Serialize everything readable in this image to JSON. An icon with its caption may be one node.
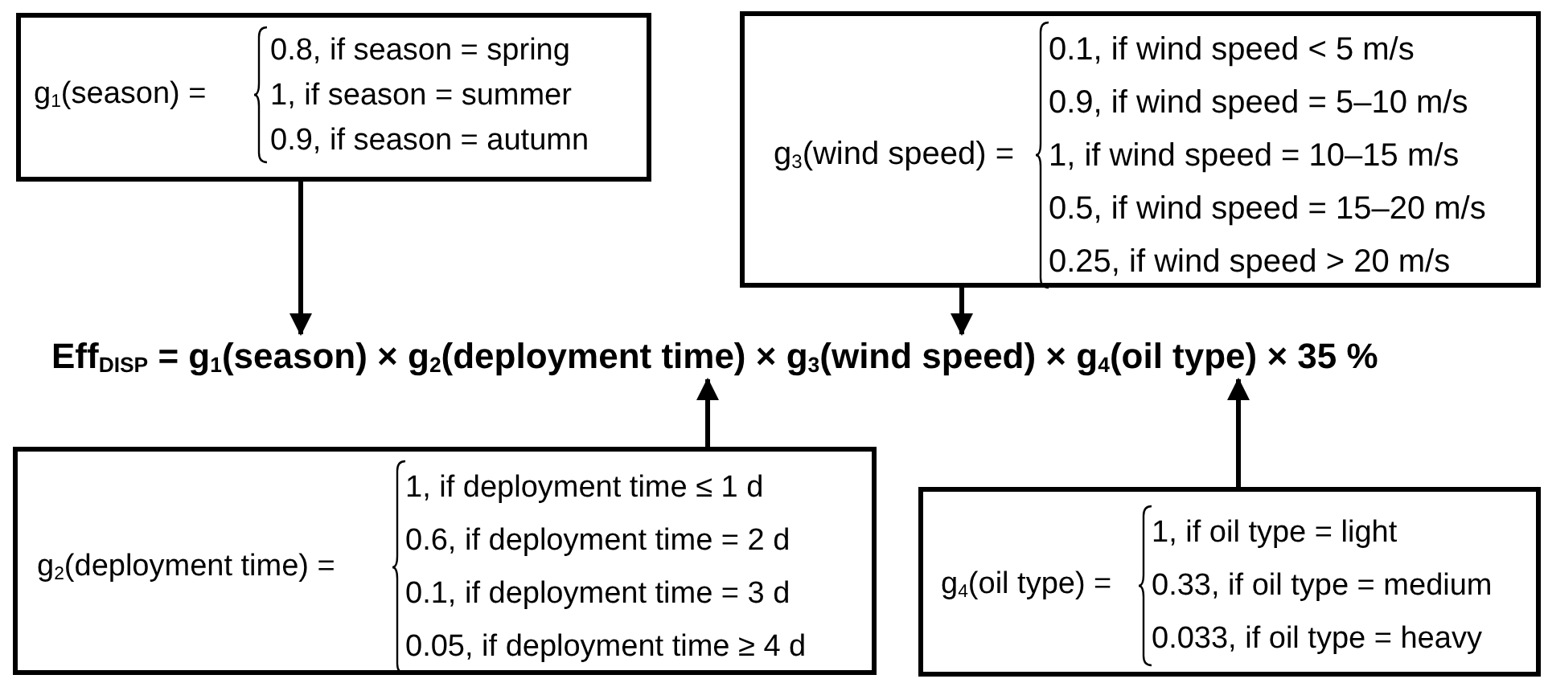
{
  "diagram": {
    "nodes": [
      {
        "text": [
          "g$_{1}$(season) =",
          "0.8, if season = spring",
          "1, if season = summer",
          "0.9, if season = autumn"
        ]
      },
      {
        "text": [
          "g$_{3}$(wind speed) =",
          "0.1, if wind speed < 5 m/s",
          "0.9, if wind speed = 5–10 m/s",
          "1, if wind speed = 10–15 m/s",
          "0.5, if wind speed = 15–20 m/s",
          "0.25, if wind speed > 20 m/s"
        ]
      },
      {
        "text": [
          "Eff$_{DISP}$ = g$_{1}$(season) × g$_{2}$(deployment time) × g$_{3}$(wind speed) × g$_{4}$(oil type) × 35 %"
        ]
      },
      {
        "text": [
          "g$_{2}$(deployment time) =",
          "1, if deployment time ≤ 1 d",
          "0.6, if deployment time = 2 d",
          "0.1, if deployment time = 3 d",
          "0.05, if deployment time ≥ 4 d"
        ]
      },
      {
        "text": [
          "g$_{4}$(oil type) =",
          "1, if oil type = light",
          "0.33, if oil type = medium",
          "0.033, if oil type = heavy"
        ]
      }
    ],
    "edges": [
      {
        "from": 0,
        "to": 2,
        "arrow": "to"
      },
      {
        "from": 1,
        "to": 2,
        "arrow": "to"
      },
      {
        "from": 3,
        "to": 2,
        "arrow": "to"
      },
      {
        "from": 4,
        "to": 2,
        "arrow": "to"
      }
    ]
  }
}
